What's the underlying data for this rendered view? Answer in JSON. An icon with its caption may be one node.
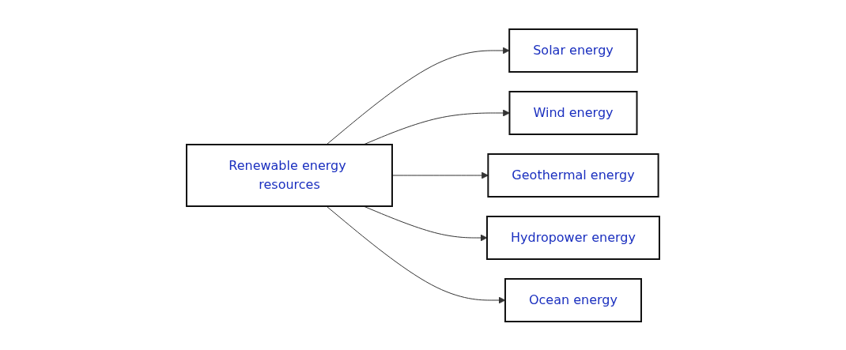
{
  "diagram": {
    "nodes": [
      {
        "text": [
          "Renewable energy resources"
        ]
      },
      {
        "text": [
          "Solar energy"
        ]
      },
      {
        "text": [
          "Wind energy"
        ]
      },
      {
        "text": [
          "Geothermal energy"
        ]
      },
      {
        "text": [
          "Hydropower energy"
        ]
      },
      {
        "text": [
          "Ocean energy"
        ]
      }
    ],
    "edges": [
      {
        "from": 0,
        "to": 1,
        "arrow": "to"
      },
      {
        "from": 0,
        "to": 2,
        "arrow": "to"
      },
      {
        "from": 0,
        "to": 3,
        "arrow": "to"
      },
      {
        "from": 0,
        "to": 4,
        "arrow": "to"
      },
      {
        "from": 0,
        "to": 5,
        "arrow": "to"
      }
    ]
  }
}
